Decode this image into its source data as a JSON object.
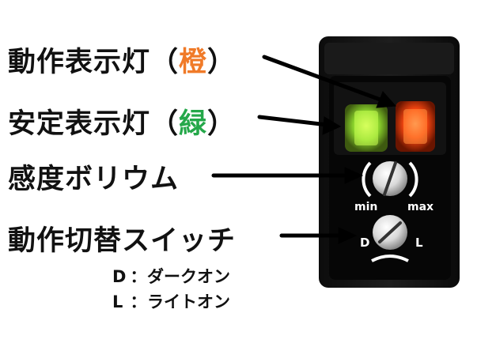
{
  "labels": {
    "operation_indicator": {
      "text": "動作表示灯",
      "open": "（",
      "color_word": "橙",
      "close": "）"
    },
    "stability_indicator": {
      "text": "安定表示灯",
      "open": "（",
      "color_word": "緑",
      "close": "）"
    },
    "sensitivity_volume": "感度ボリウム",
    "mode_switch": "動作切替スイッチ"
  },
  "modes": [
    {
      "key": "D",
      "sep": "：",
      "desc": "ダークオン"
    },
    {
      "key": "L",
      "sep": "：",
      "desc": "ライトオン"
    }
  ],
  "device": {
    "volume_min": "min",
    "volume_max": "max",
    "switch_left": "D",
    "switch_right": "L"
  },
  "colors": {
    "orange": "#f07a28",
    "green": "#25a84a",
    "led_orange": "#ff5a1e",
    "led_green": "#9be632"
  }
}
